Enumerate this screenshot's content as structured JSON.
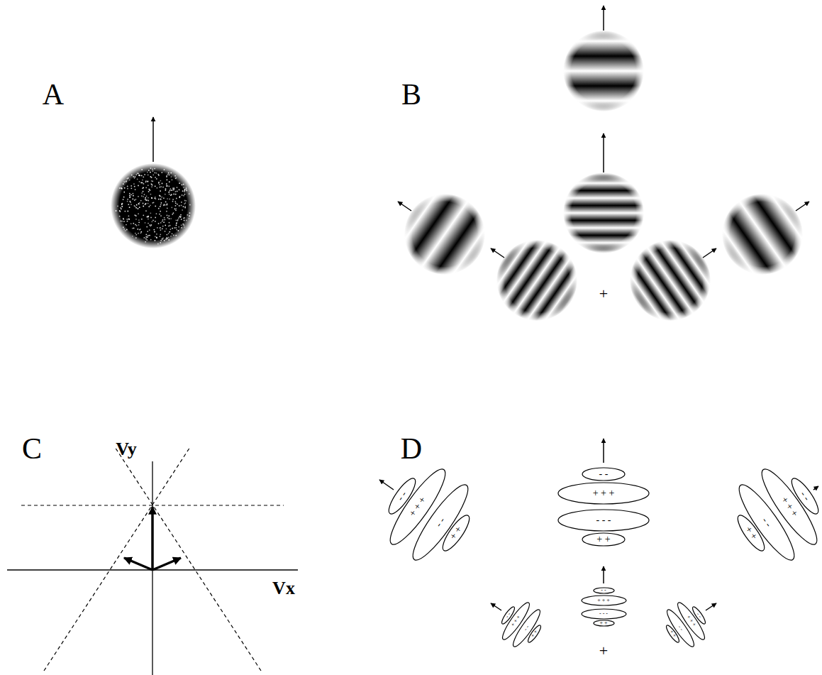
{
  "diagram": {
    "nodes": [
      {
        "text": [
          "- -"
        ]
      },
      {
        "text": [
          "+ + +"
        ]
      },
      {
        "text": [
          "- - -"
        ]
      },
      {
        "text": [
          "+ +"
        ]
      },
      {
        "text": [
          "- -"
        ]
      },
      {
        "text": [
          "+ + +"
        ]
      },
      {
        "text": [
          "- -"
        ]
      },
      {
        "text": [
          "+ +"
        ]
      },
      {
        "text": [
          "- -"
        ]
      },
      {
        "text": [
          "+ + +"
        ]
      },
      {
        "text": [
          "- -"
        ]
      },
      {
        "text": [
          "+ +"
        ]
      },
      {
        "text": [
          "- -"
        ]
      },
      {
        "text": [
          "+ + +"
        ]
      },
      {
        "text": [
          "- - -"
        ]
      },
      {
        "text": [
          "+ +"
        ]
      },
      {
        "text": [
          "- -"
        ]
      },
      {
        "text": [
          "+ + +"
        ]
      },
      {
        "text": [
          "- -"
        ]
      },
      {
        "text": [
          "+ +"
        ]
      },
      {
        "text": [
          "- -"
        ]
      },
      {
        "text": [
          "+ + +"
        ]
      },
      {
        "text": [
          "- -"
        ]
      },
      {
        "text": [
          "+ +"
        ]
      }
    ],
    "labels": [
      "A",
      "B",
      "C",
      "D",
      "Vy",
      "Vx",
      "+",
      "+"
    ]
  }
}
